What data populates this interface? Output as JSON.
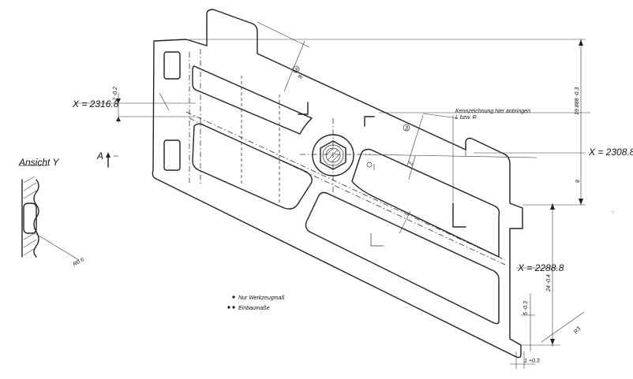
{
  "view": {
    "title": "Ansicht Y",
    "direction_label": "A"
  },
  "dimensions": {
    "x_2316": "X = 2316.8",
    "x_2308": "X = 2308.8",
    "x_2288": "X = 2288.8",
    "v_2": "2 -0.2",
    "v_19888": "19.888 -0.3",
    "v_8_upper": "8",
    "v_8_right": "8",
    "v_2_mid": "2",
    "v_24": "24 -0.4",
    "v_5": "5 -0.3",
    "v_1": "1 +0.3",
    "r_3": "R3",
    "r_06": "R0.6",
    "balloon_3a": "3",
    "balloon_3b": "3",
    "small_y": "Y"
  },
  "notes": {
    "marking_line1": "Kennzeichnung hier anbringen",
    "marking_line2": "L bzw. R",
    "marking_letter": "L",
    "legend_tool": "Nur Werkzeugmaß",
    "legend_install": "Einbaumaße",
    "legend_star_single": "*",
    "legend_star_double": "* *"
  }
}
